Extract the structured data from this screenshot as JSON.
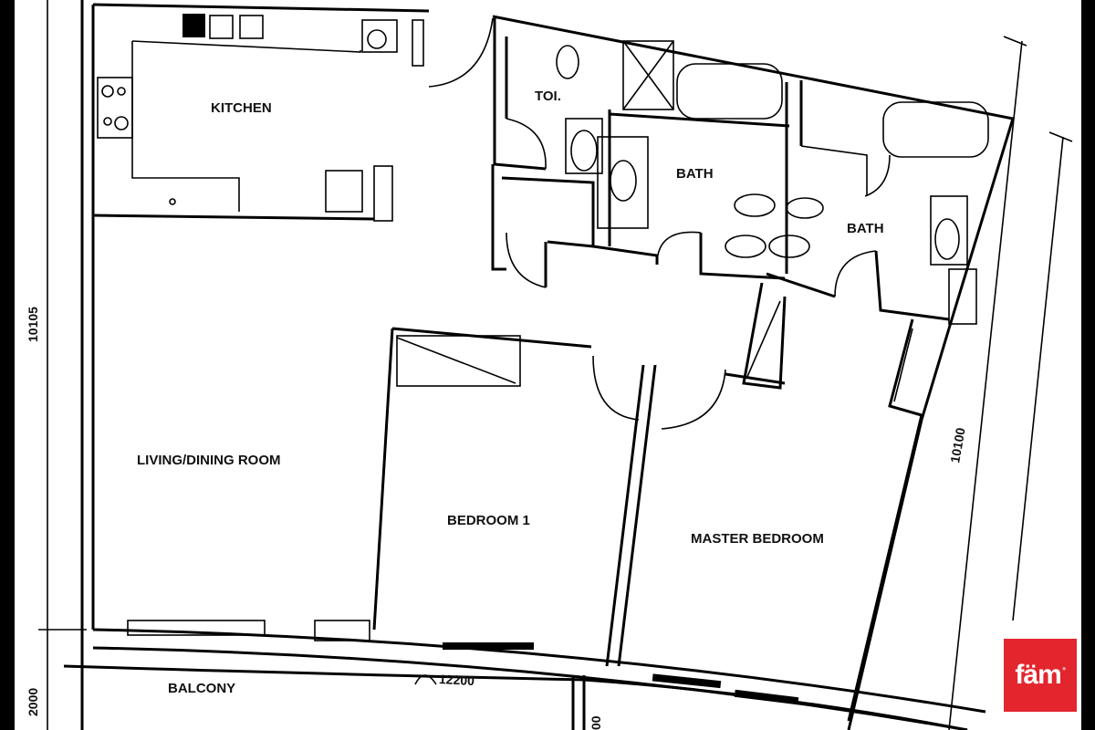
{
  "rooms": {
    "kitchen": "KITCHEN",
    "toilet": "TOI.",
    "bath1": "BATH",
    "bath2": "BATH",
    "living": "LIVING/DINING ROOM",
    "bedroom1": "BEDROOM 1",
    "master": "MASTER BEDROOM",
    "balcony": "BALCONY"
  },
  "dimensions": {
    "left_height": "10105",
    "right_height": "10100",
    "balcony_depth": "2000",
    "arc_length": "12200",
    "bottom_partial": "00"
  },
  "logo": {
    "text": "fäm",
    "color": "#e3262d"
  }
}
